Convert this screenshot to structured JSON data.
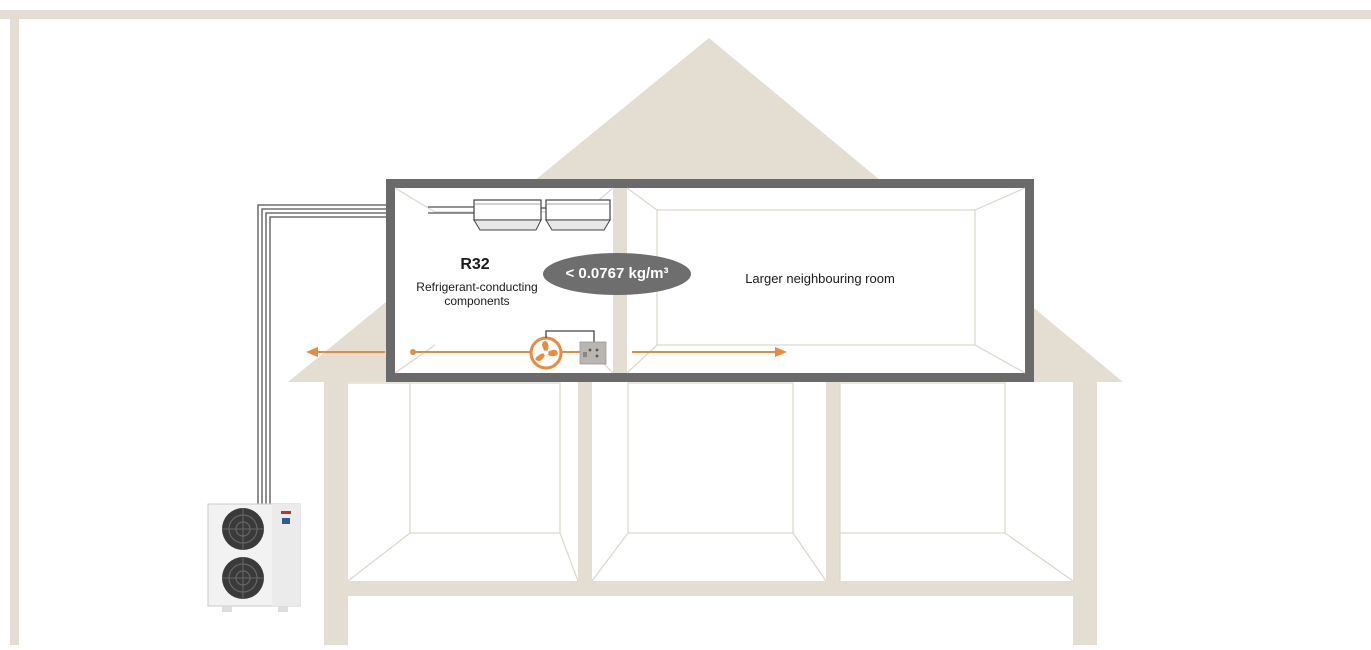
{
  "diagram": {
    "refrigerant": "R32",
    "components_label": {
      "line1": "Refrigerant-conducting",
      "line2": "components"
    },
    "concentration_limit": "< 0.0767 kg/m³",
    "neighbour_room_label": "Larger neighbouring room"
  },
  "colors": {
    "house_beige": "#e3ddd2",
    "house_light": "#ece7de",
    "frame_grey": "#6a6a6a",
    "room_lines": "#d7d0c5",
    "arrow_orange": "#e98a3c",
    "ellipse_grey": "#6e6e6e",
    "pipe": "#555555"
  },
  "icons": [
    "cassette-unit-icon",
    "fan-icon",
    "sensor-box-icon",
    "outdoor-unit-icon"
  ]
}
